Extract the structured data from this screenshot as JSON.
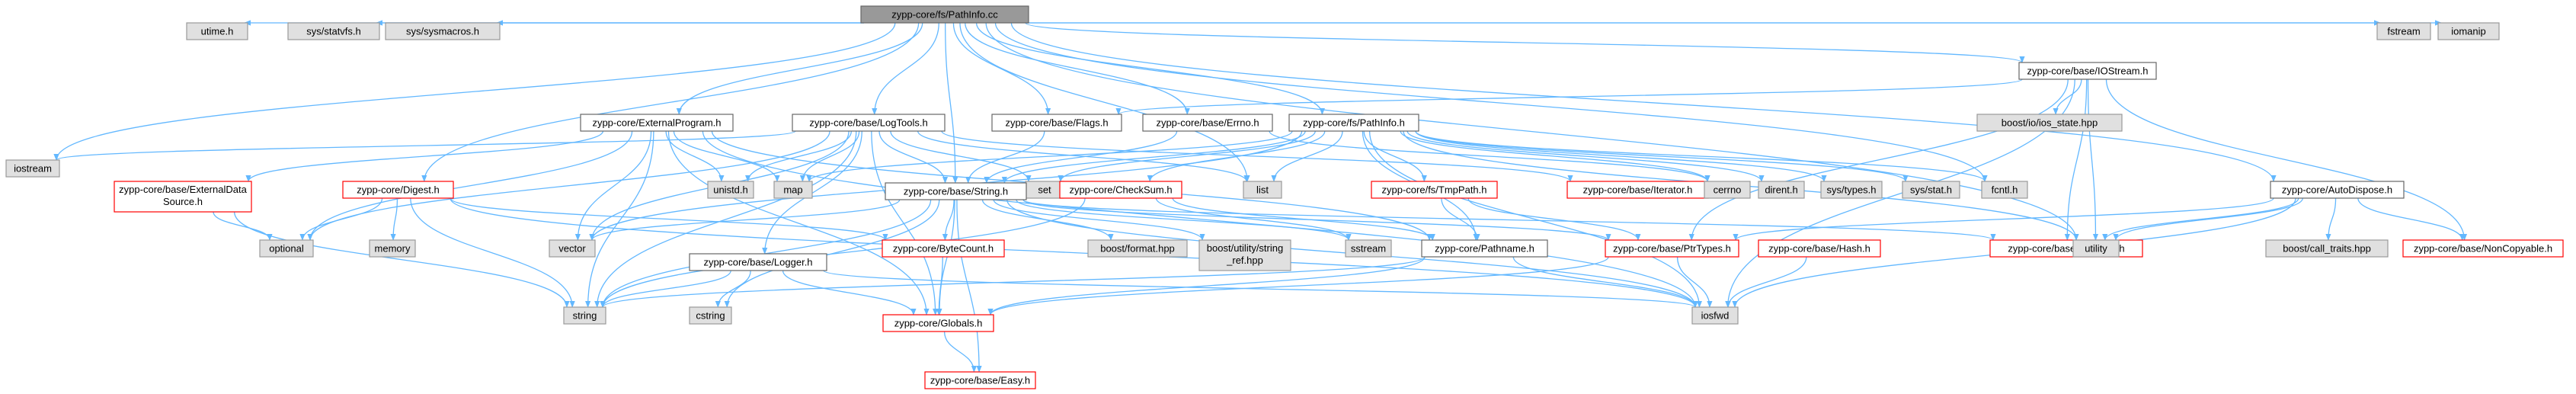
{
  "colors": {
    "edge": "#63b8ff",
    "root_fill": "#999999",
    "root_border": "#666666",
    "system_fill": "#e0e0e0",
    "system_border": "#999999",
    "local_fill": "#ffffff",
    "local_border": "#666666",
    "truncated_border": "#ff0000"
  },
  "nodes": [
    {
      "id": "root",
      "label": "zypp-core/fs/PathInfo.cc",
      "kind": "root"
    },
    {
      "id": "utime",
      "label": "utime.h",
      "kind": "system"
    },
    {
      "id": "statvfs",
      "label": "sys/statvfs.h",
      "kind": "system"
    },
    {
      "id": "sysmacros",
      "label": "sys/sysmacros.h",
      "kind": "system"
    },
    {
      "id": "fstream",
      "label": "fstream",
      "kind": "system"
    },
    {
      "id": "iomanip",
      "label": "iomanip",
      "kind": "system"
    },
    {
      "id": "iostream",
      "label": "iostream",
      "kind": "system"
    },
    {
      "id": "extprog",
      "label": "zypp-core/ExternalProgram.h",
      "kind": "local"
    },
    {
      "id": "logtools",
      "label": "zypp-core/base/LogTools.h",
      "kind": "local"
    },
    {
      "id": "flags",
      "label": "zypp-core/base/Flags.h",
      "kind": "local"
    },
    {
      "id": "errno",
      "label": "zypp-core/base/Errno.h",
      "kind": "local"
    },
    {
      "id": "pathinfo",
      "label": "zypp-core/fs/PathInfo.h",
      "kind": "local"
    },
    {
      "id": "iostreamh",
      "label": "zypp-core/base/IOStream.h",
      "kind": "local"
    },
    {
      "id": "iosstate",
      "label": "boost/io/ios_state.hpp",
      "kind": "system"
    },
    {
      "id": "autodispose",
      "label": "zypp-core/AutoDispose.h",
      "kind": "local"
    },
    {
      "id": "extdatasource",
      "label": "zypp-core/base/ExternalData Source.h",
      "kind": "truncated"
    },
    {
      "id": "digest",
      "label": "zypp-core/Digest.h",
      "kind": "truncated"
    },
    {
      "id": "unistd",
      "label": "unistd.h",
      "kind": "system"
    },
    {
      "id": "map",
      "label": "map",
      "kind": "system"
    },
    {
      "id": "set",
      "label": "set",
      "kind": "system"
    },
    {
      "id": "list",
      "label": "list",
      "kind": "system"
    },
    {
      "id": "stringh",
      "label": "zypp-core/base/String.h",
      "kind": "local"
    },
    {
      "id": "checksum",
      "label": "zypp-core/CheckSum.h",
      "kind": "truncated"
    },
    {
      "id": "tmppath",
      "label": "zypp-core/fs/TmpPath.h",
      "kind": "truncated"
    },
    {
      "id": "iterator",
      "label": "zypp-core/base/Iterator.h",
      "kind": "truncated"
    },
    {
      "id": "cerrno",
      "label": "cerrno",
      "kind": "system"
    },
    {
      "id": "direnth",
      "label": "dirent.h",
      "kind": "system"
    },
    {
      "id": "systypes",
      "label": "sys/types.h",
      "kind": "system"
    },
    {
      "id": "sysstat",
      "label": "sys/stat.h",
      "kind": "system"
    },
    {
      "id": "fcntl",
      "label": "fcntl.h",
      "kind": "system"
    },
    {
      "id": "optional",
      "label": "optional",
      "kind": "system"
    },
    {
      "id": "memory",
      "label": "memory",
      "kind": "system"
    },
    {
      "id": "vector",
      "label": "vector",
      "kind": "system"
    },
    {
      "id": "logger",
      "label": "zypp-core/base/Logger.h",
      "kind": "local"
    },
    {
      "id": "bytecount",
      "label": "zypp-core/ByteCount.h",
      "kind": "truncated"
    },
    {
      "id": "boostformat",
      "label": "boost/format.hpp",
      "kind": "system"
    },
    {
      "id": "boostsref",
      "label": "boost/utility/string _ref.hpp",
      "kind": "system"
    },
    {
      "id": "sstream",
      "label": "sstream",
      "kind": "system"
    },
    {
      "id": "pathname",
      "label": "zypp-core/Pathname.h",
      "kind": "local"
    },
    {
      "id": "ptrtypes",
      "label": "zypp-core/base/PtrTypes.h",
      "kind": "truncated"
    },
    {
      "id": "hash",
      "label": "zypp-core/base/Hash.h",
      "kind": "truncated"
    },
    {
      "id": "function",
      "label": "zypp-core/base/Function.h",
      "kind": "truncated"
    },
    {
      "id": "utility",
      "label": "utility",
      "kind": "system"
    },
    {
      "id": "callt",
      "label": "boost/call_traits.hpp",
      "kind": "system"
    },
    {
      "id": "noncopyable",
      "label": "zypp-core/base/NonCopyable.h",
      "kind": "truncated"
    },
    {
      "id": "string",
      "label": "string",
      "kind": "system"
    },
    {
      "id": "cstring",
      "label": "cstring",
      "kind": "system"
    },
    {
      "id": "globals",
      "label": "zypp-core/Globals.h",
      "kind": "truncated"
    },
    {
      "id": "iosfwd",
      "label": "iosfwd",
      "kind": "system"
    },
    {
      "id": "easy",
      "label": "zypp-core/base/Easy.h",
      "kind": "truncated"
    }
  ],
  "edges": [
    [
      "root",
      "utime"
    ],
    [
      "root",
      "statvfs"
    ],
    [
      "root",
      "sysmacros"
    ],
    [
      "root",
      "fstream"
    ],
    [
      "root",
      "iomanip"
    ],
    [
      "root",
      "iostream"
    ],
    [
      "root",
      "extprog"
    ],
    [
      "root",
      "logtools"
    ],
    [
      "root",
      "flags"
    ],
    [
      "root",
      "errno"
    ],
    [
      "root",
      "pathinfo"
    ],
    [
      "root",
      "iostreamh"
    ],
    [
      "root",
      "autodispose"
    ],
    [
      "root",
      "utility"
    ],
    [
      "root",
      "digest"
    ],
    [
      "root",
      "stringh"
    ],
    [
      "root",
      "list"
    ],
    [
      "root",
      "fcntl"
    ],
    [
      "extprog",
      "extdatasource"
    ],
    [
      "extprog",
      "unistd"
    ],
    [
      "extprog",
      "map"
    ],
    [
      "extprog",
      "optional"
    ],
    [
      "extprog",
      "vector"
    ],
    [
      "extprog",
      "string"
    ],
    [
      "extprog",
      "iosfwd"
    ],
    [
      "extprog",
      "pathname"
    ],
    [
      "extprog",
      "globals"
    ],
    [
      "extdatasource",
      "optional"
    ],
    [
      "extdatasource",
      "string"
    ],
    [
      "digest",
      "optional"
    ],
    [
      "digest",
      "memory"
    ],
    [
      "digest",
      "string"
    ],
    [
      "digest",
      "iosfwd"
    ],
    [
      "digest",
      "bytecount"
    ],
    [
      "logtools",
      "iostream"
    ],
    [
      "logtools",
      "optional"
    ],
    [
      "logtools",
      "unistd"
    ],
    [
      "logtools",
      "map"
    ],
    [
      "logtools",
      "set"
    ],
    [
      "logtools",
      "list"
    ],
    [
      "logtools",
      "vector"
    ],
    [
      "logtools",
      "stringh"
    ],
    [
      "logtools",
      "logger"
    ],
    [
      "logtools",
      "iterator"
    ],
    [
      "logtools",
      "globals"
    ],
    [
      "logtools",
      "string"
    ],
    [
      "logger",
      "string"
    ],
    [
      "logger",
      "cstring"
    ],
    [
      "logger",
      "iosfwd"
    ],
    [
      "logger",
      "globals"
    ],
    [
      "stringh",
      "string"
    ],
    [
      "stringh",
      "vector"
    ],
    [
      "stringh",
      "boostformat"
    ],
    [
      "stringh",
      "boostsref"
    ],
    [
      "stringh",
      "sstream"
    ],
    [
      "stringh",
      "cstring"
    ],
    [
      "stringh",
      "iosfwd"
    ],
    [
      "stringh",
      "globals"
    ],
    [
      "stringh",
      "ptrtypes"
    ],
    [
      "stringh",
      "function"
    ],
    [
      "stringh",
      "easy"
    ],
    [
      "stringh",
      "bytecount"
    ],
    [
      "errno",
      "stringh"
    ],
    [
      "errno",
      "cerrno"
    ],
    [
      "flags",
      "stringh"
    ],
    [
      "pathinfo",
      "stringh"
    ],
    [
      "pathinfo",
      "checksum"
    ],
    [
      "pathinfo",
      "tmppath"
    ],
    [
      "pathinfo",
      "pathname"
    ],
    [
      "pathinfo",
      "set"
    ],
    [
      "pathinfo",
      "list"
    ],
    [
      "pathinfo",
      "map"
    ],
    [
      "pathinfo",
      "cerrno"
    ],
    [
      "pathinfo",
      "direnth"
    ],
    [
      "pathinfo",
      "systypes"
    ],
    [
      "pathinfo",
      "sysstat"
    ],
    [
      "pathinfo",
      "fcntl"
    ],
    [
      "pathinfo",
      "iosfwd"
    ],
    [
      "pathinfo",
      "utility"
    ],
    [
      "pathinfo",
      "vector"
    ],
    [
      "checksum",
      "sstream"
    ],
    [
      "checksum",
      "pathname"
    ],
    [
      "checksum",
      "string"
    ],
    [
      "tmppath",
      "pathname"
    ],
    [
      "tmppath",
      "ptrtypes"
    ],
    [
      "pathname",
      "string"
    ],
    [
      "pathname",
      "iosfwd"
    ],
    [
      "pathname",
      "globals"
    ],
    [
      "ptrtypes",
      "iosfwd"
    ],
    [
      "ptrtypes",
      "globals"
    ],
    [
      "hash",
      "iosfwd"
    ],
    [
      "bytecount",
      "globals"
    ],
    [
      "globals",
      "easy"
    ],
    [
      "iostreamh",
      "iosstate"
    ],
    [
      "iostreamh",
      "utility"
    ],
    [
      "iostreamh",
      "iosfwd"
    ],
    [
      "iostreamh",
      "function"
    ],
    [
      "iostreamh",
      "noncopyable"
    ],
    [
      "iostreamh",
      "ptrtypes"
    ],
    [
      "iostreamh",
      "flags"
    ],
    [
      "autodispose",
      "iosfwd"
    ],
    [
      "autodispose",
      "utility"
    ],
    [
      "autodispose",
      "callt"
    ],
    [
      "autodispose",
      "noncopyable"
    ],
    [
      "autodispose",
      "function"
    ],
    [
      "autodispose",
      "ptrtypes"
    ]
  ]
}
